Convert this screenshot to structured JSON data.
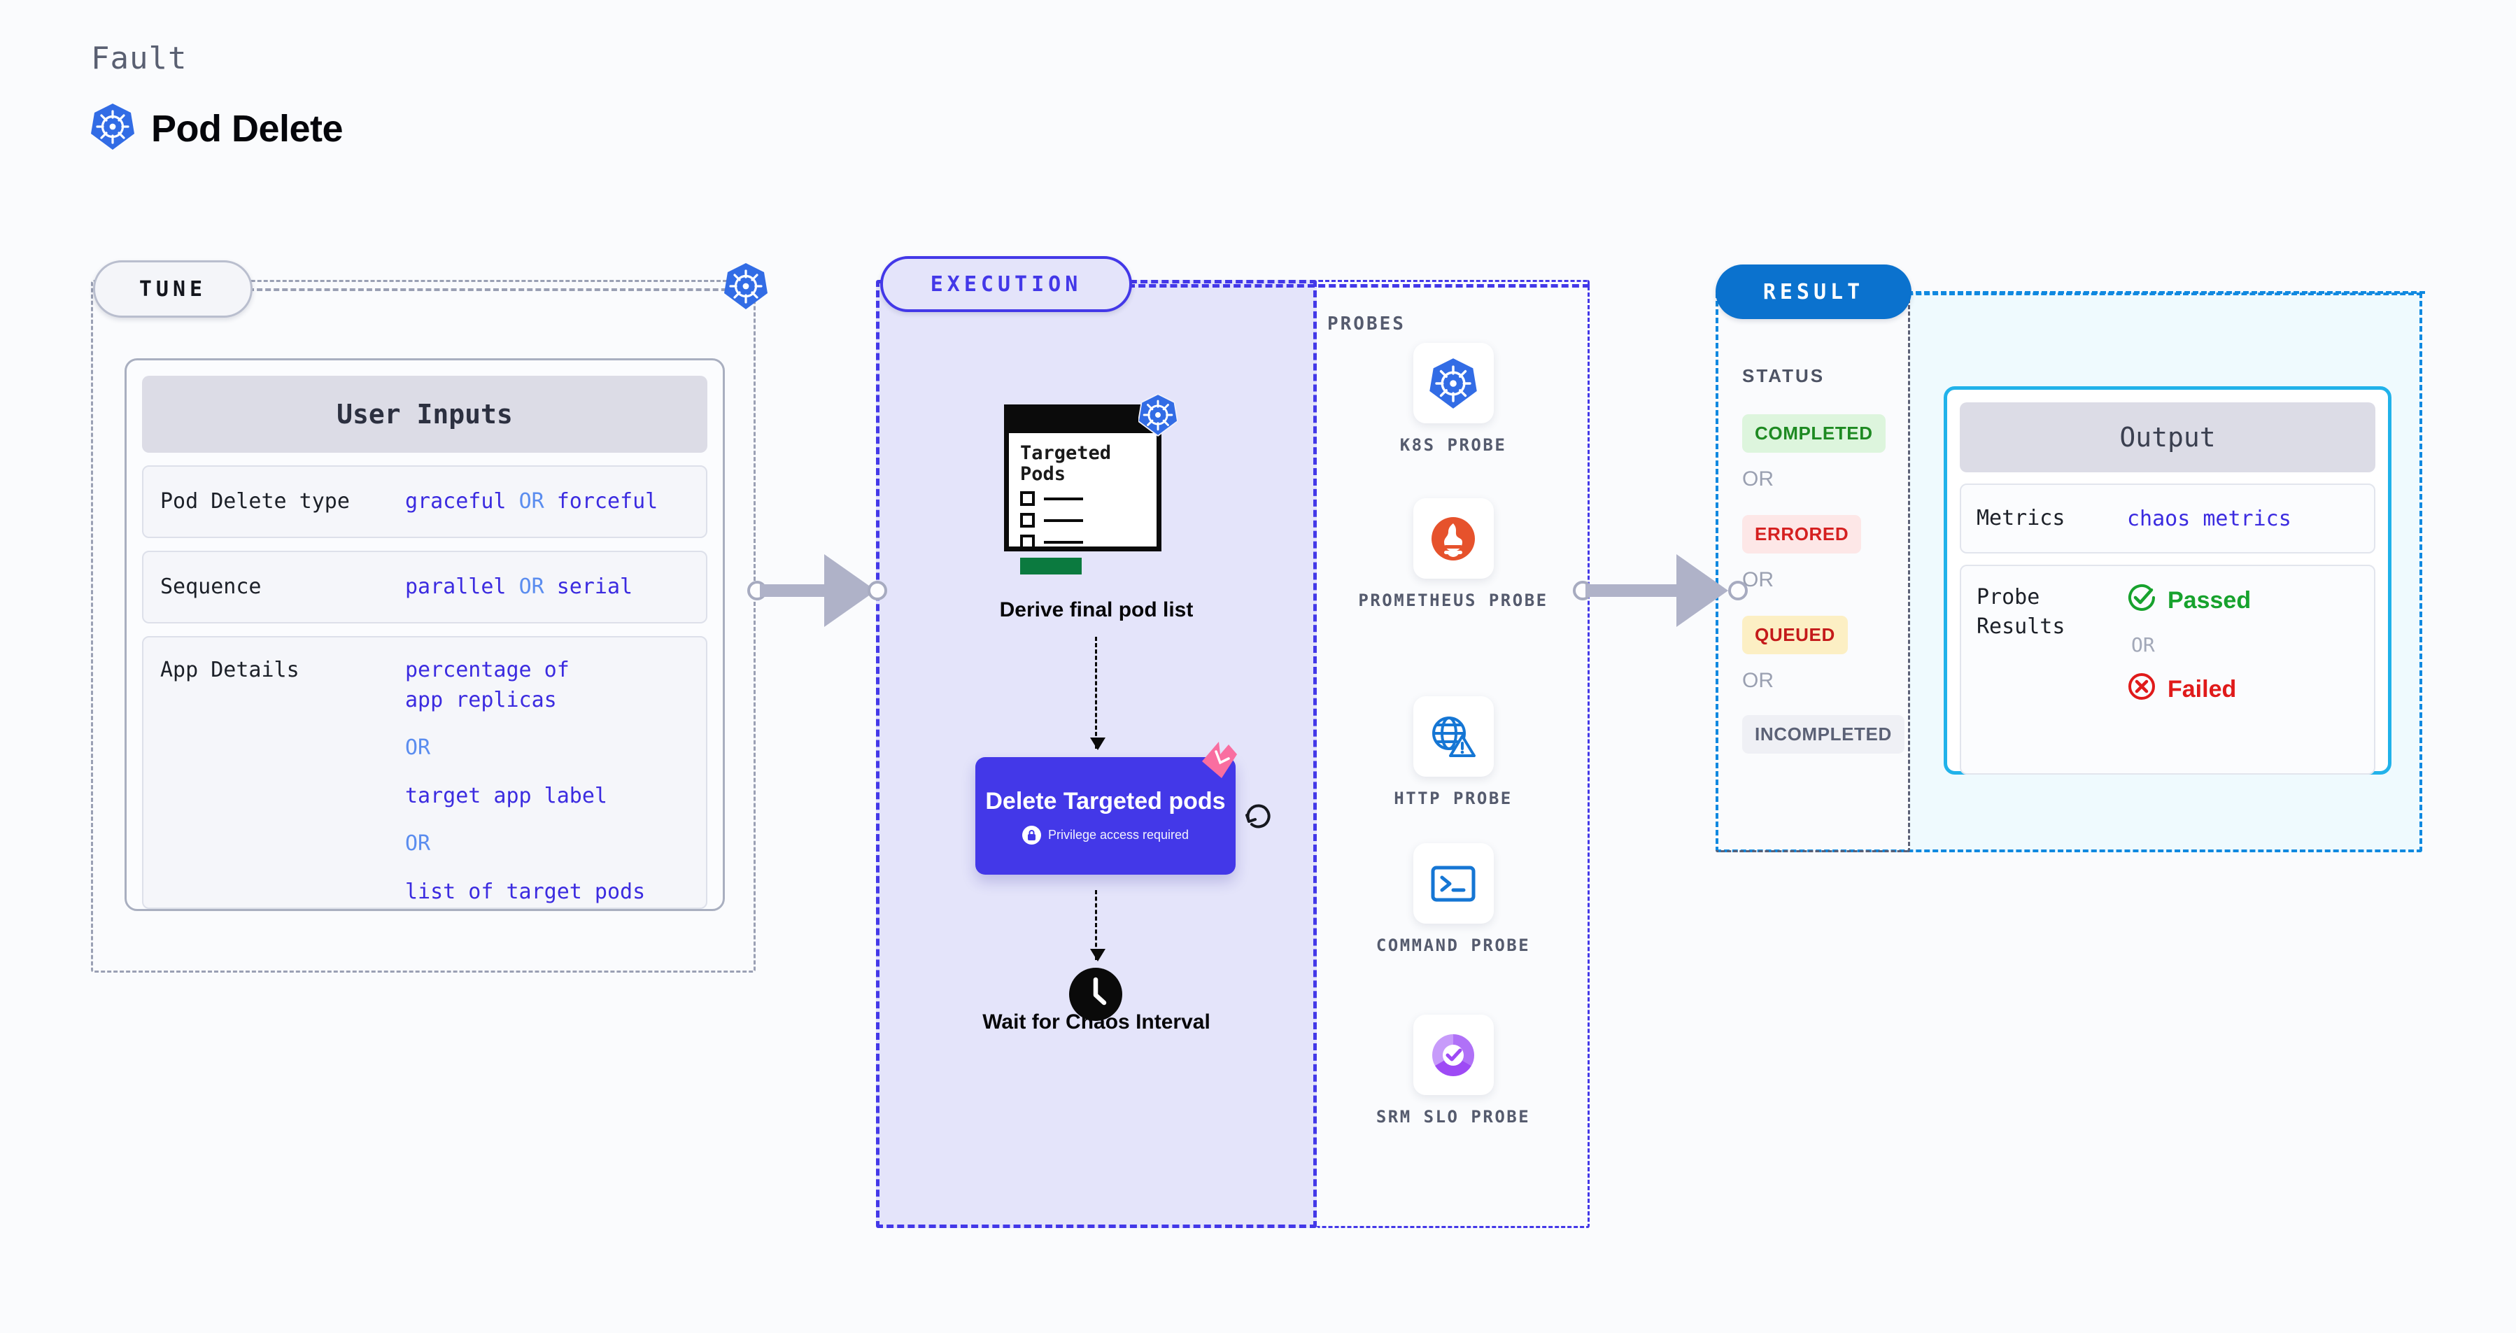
{
  "header": {
    "eyebrow": "Fault",
    "title": "Pod Delete",
    "icon": "kubernetes-icon"
  },
  "tune": {
    "pill_label": "TUNE",
    "badge_icon": "kubernetes-icon",
    "card": {
      "header": "User Inputs",
      "rows": [
        {
          "key": "Pod Delete type",
          "options": [
            "graceful",
            "forceful"
          ],
          "separator": "OR"
        },
        {
          "key": "Sequence",
          "options": [
            "parallel",
            "serial"
          ],
          "separator": "OR"
        },
        {
          "key": "App Details",
          "options": [
            "percentage of app replicas",
            "target app label",
            "list of target pods"
          ],
          "separator": "OR"
        }
      ]
    }
  },
  "execution": {
    "pill_label": "EXECUTION",
    "targeted_pods_card": {
      "heading": "Targeted Pods",
      "badge_icon": "kubernetes-icon",
      "checkbox_count": 3
    },
    "derive_label": "Derive final pod list",
    "delete_node": {
      "title": "Delete Targeted pods",
      "privilege_note": "Privilege access required",
      "lock_icon": "lock-icon",
      "ribbon_icon": "chaos-ribbon-icon",
      "loop_icon": "refresh-loop-icon"
    },
    "wait_node": {
      "icon": "clock-icon",
      "label": "Wait for Chaos Interval"
    }
  },
  "probes": {
    "heading": "PROBES",
    "items": [
      {
        "label": "K8S PROBE",
        "icon": "kubernetes-icon"
      },
      {
        "label": "PROMETHEUS PROBE",
        "icon": "prometheus-flame-icon"
      },
      {
        "label": "HTTP PROBE",
        "icon": "globe-warning-icon"
      },
      {
        "label": "COMMAND PROBE",
        "icon": "terminal-icon"
      },
      {
        "label": "SRM SLO PROBE",
        "icon": "slo-donut-check-icon"
      }
    ]
  },
  "result": {
    "pill_label": "RESULT",
    "status_heading": "STATUS",
    "separator": "OR",
    "statuses": [
      {
        "label": "COMPLETED",
        "fg": "#1E8A22",
        "bg": "#DDF5DD"
      },
      {
        "label": "ERRORED",
        "fg": "#D52020",
        "bg": "#FDE7E7"
      },
      {
        "label": "QUEUED",
        "fg": "#C41A1A",
        "bg": "#FCEFC4"
      },
      {
        "label": "INCOMPLETED",
        "fg": "#5B6176",
        "bg": "#EFF0F5"
      }
    ],
    "output_card": {
      "header": "Output",
      "metrics": {
        "key": "Metrics",
        "value": "chaos metrics"
      },
      "probe_results": {
        "key": "Probe Results",
        "passed": "Passed",
        "failed": "Failed",
        "separator": "OR",
        "passed_icon": "check-circle-icon",
        "failed_icon": "x-circle-icon"
      }
    }
  },
  "colors": {
    "page_bg": "#FAFBFD",
    "kubernetes_blue": "#326CE5",
    "execution_indigo": "#4338E8",
    "execution_fill": "#E4E4FA",
    "result_blue": "#1089E0",
    "result_fill": "#EFFAFE",
    "result_pill": "#0B72CE",
    "output_border": "#21B2EA",
    "prometheus_orange": "#E6522C",
    "probe_blue": "#1576D4",
    "slo_purple": "#9E4AF5",
    "ribbon_pink": "#F96EA0",
    "arrow_gray": "#AFB2C8",
    "pass_green": "#17A22D",
    "fail_red": "#E01A1A",
    "pod_green": "#0B7A3F"
  }
}
